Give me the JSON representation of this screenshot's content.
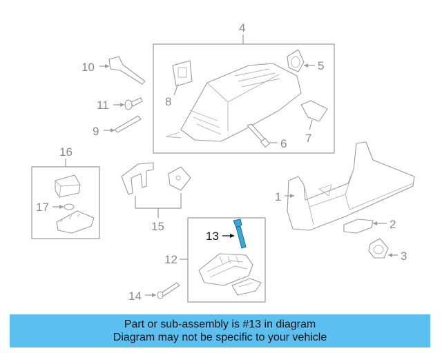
{
  "diagram": {
    "callouts": [
      "1",
      "2",
      "3",
      "4",
      "5",
      "6",
      "7",
      "8",
      "9",
      "10",
      "11",
      "12",
      "13",
      "14",
      "15",
      "16",
      "17"
    ],
    "highlighted_callout": "13",
    "highlight_color": "#3aa7d8"
  },
  "banner": {
    "line1": "Part or sub-assembly is #13 in diagram",
    "line2": "Diagram may not be specific to your vehicle",
    "background": "#5bc0f0"
  }
}
